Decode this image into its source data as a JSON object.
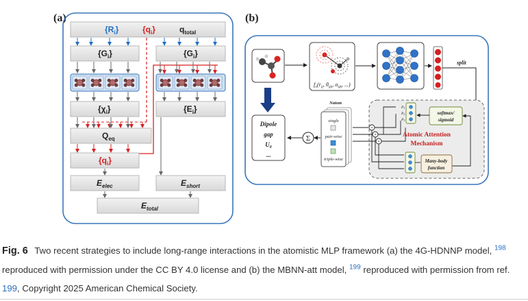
{
  "figure": {
    "panel_a": {
      "label": "(a)",
      "inputs": {
        "R": "{R",
        "R_sub": "i",
        "R_end": "}",
        "q": "{q",
        "q_sub": "i",
        "q_end": "}",
        "qtotal": "q",
        "qtotal_sub": "total"
      },
      "G_left": "{G",
      "G_sub": "i",
      "G_end": "}",
      "G_right": "{G",
      "G_right_sub": "i",
      "G_right_end": "}",
      "chi": "{χ",
      "chi_sub": "i",
      "chi_end": "}",
      "E_i": "{E",
      "E_i_sub": "i",
      "E_i_end": "}",
      "Qeq": "Q",
      "Qeq_sub": "eq",
      "q_out": "{q",
      "q_out_sub": "i",
      "q_out_end": "}",
      "E_elec": "E",
      "E_elec_sub": "elec",
      "E_short": "E",
      "E_short_sub": "short",
      "E_total": "E",
      "E_total_sub": "total"
    },
    "panel_b": {
      "label": "(b)",
      "descriptor": "f",
      "descriptor_sub": "n",
      "descriptor_args": "(r",
      "descriptor_args2": ", θ",
      "descriptor_args3": ", α",
      "descriptor_args4": ", ...)",
      "descriptor_arg_sub": "ij",
      "descriptor_arg_sub2": "ijk",
      "descriptor_arg_sub3": "ijk",
      "split": "split",
      "natom": "Natom",
      "single": "single",
      "pairwise": "pair-wise",
      "triplewise": "triple-wise",
      "sigma": "Σ",
      "outputs": [
        "Dipole",
        "gap",
        "U",
        "..."
      ],
      "outputs_u_sub": "0",
      "p_labels": [
        "P",
        "P",
        "P"
      ],
      "p_subs": [
        "1",
        "2",
        "3"
      ],
      "softmax": "softmax/",
      "sigmoid": "sigmoid",
      "attention_line1": "Atomic Attention",
      "attention_line2": "Mechanism",
      "manybody_line1": "Many-body",
      "manybody_line2": "function"
    },
    "colors": {
      "blue": "#1f6fc5",
      "red": "#d62020",
      "dark_blue": "#1b3f86",
      "panel_border": "#3a76b8"
    }
  },
  "caption": {
    "lead": "Fig. 6",
    "text1": "Two recent strategies to include long-range interactions in the atomistic MLP framework (a) the 4G-HDNNP model,",
    "ref1": "198",
    "text2": "reproduced with permission under the CC BY 4.0 license and (b) the MBNN-att model,",
    "ref2": "199",
    "text3": "reproduced with permission from ref.",
    "ref3": "199",
    "text4": ", Copyright 2025 American Chemical Society."
  }
}
